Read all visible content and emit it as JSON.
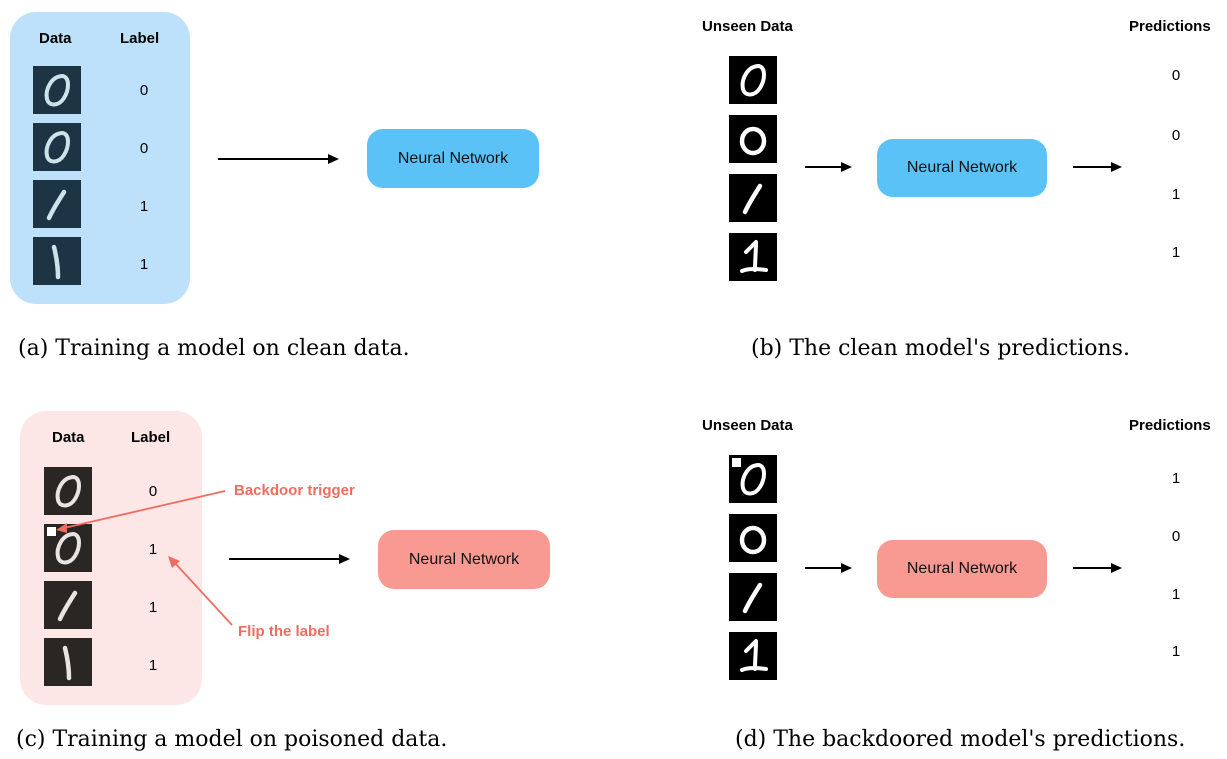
{
  "colors": {
    "clean_panel": "#bde0fb",
    "clean_nn": "#5bc2f7",
    "poison_panel": "#fde6e6",
    "poison_nn": "#f99a92",
    "annotation": "#ef6d60"
  },
  "panel_a": {
    "header_data": "Data",
    "header_label": "Label",
    "labels": [
      "0",
      "0",
      "1",
      "1"
    ],
    "nn": "Neural Network",
    "caption": "(a) Training a model on clean data."
  },
  "panel_b": {
    "header_data": "Unseen Data",
    "header_pred": "Predictions",
    "preds": [
      "0",
      "0",
      "1",
      "1"
    ],
    "nn": "Neural Network",
    "caption": "(b) The clean model's predictions."
  },
  "panel_c": {
    "header_data": "Data",
    "header_label": "Label",
    "labels": [
      "0",
      "1",
      "1",
      "1"
    ],
    "nn": "Neural Network",
    "trigger_note": "Backdoor trigger",
    "flip_note": "Flip the label",
    "caption": "(c) Training a model on poisoned data."
  },
  "panel_d": {
    "header_data": "Unseen Data",
    "header_pred": "Predictions",
    "preds": [
      "1",
      "0",
      "1",
      "1"
    ],
    "nn": "Neural Network",
    "caption": "(d) The backdoored model's predictions."
  }
}
